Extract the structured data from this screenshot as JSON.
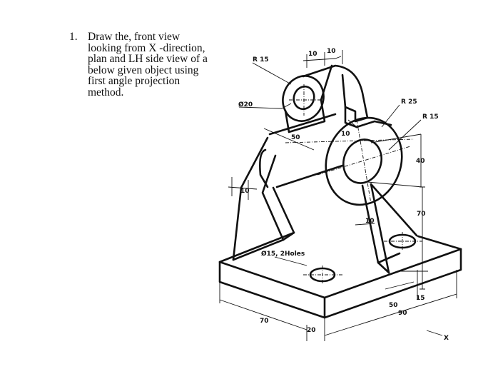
{
  "question": {
    "number": "1.",
    "lines": [
      "Draw the, front view",
      "looking from X -direction,",
      "plan and LH side view of a",
      "below given object using",
      "first angle projection",
      "method."
    ]
  },
  "dimensions": {
    "r15_top": "R 15",
    "ten_a": "10",
    "ten_b": "10",
    "dia20": "Ø20",
    "r25": "R 25",
    "r15_right": "R 15",
    "fifty": "50",
    "ten_c": "10",
    "forty": "40",
    "ten_left": "10",
    "seventy_right": "70",
    "ten_web": "10",
    "holes": "Ø15, 2Holes",
    "fifteen": "15",
    "fifty_bottom": "50",
    "ninety": "90",
    "seventy_bottom": "70",
    "twenty": "20",
    "x_label": "X"
  }
}
